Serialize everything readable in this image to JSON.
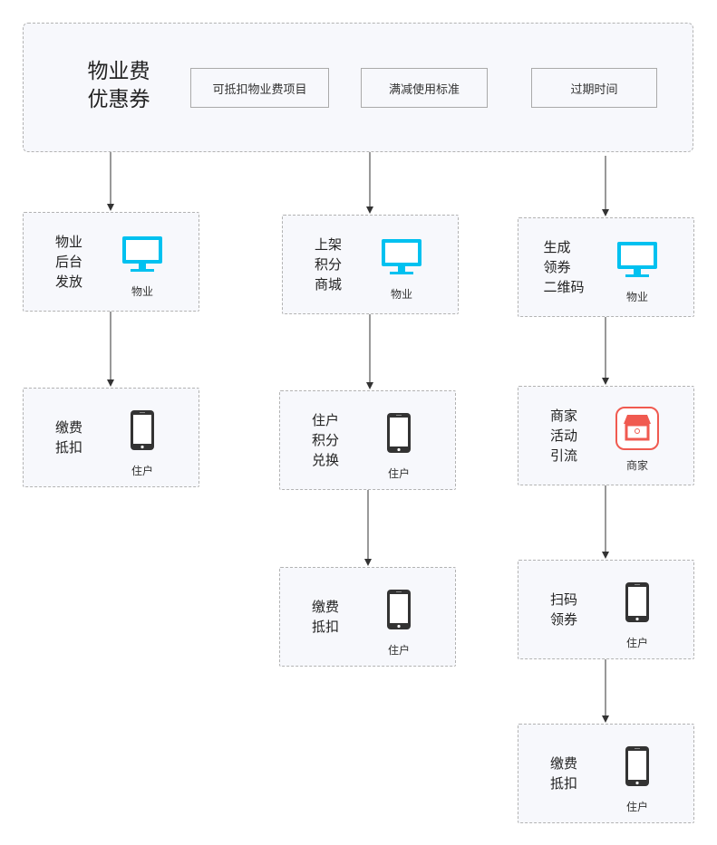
{
  "top": {
    "title": "物业费\n优惠券",
    "tags": [
      "可抵扣物业费项目",
      "满减使用标准",
      "过期时间"
    ]
  },
  "nodes": [
    {
      "text": "物业\n后台\n发放",
      "icon": "monitor-icon",
      "label": "物业"
    },
    {
      "text": "缴费\n抵扣",
      "icon": "phone-icon",
      "label": "住户"
    },
    {
      "text": "上架\n积分\n商城",
      "icon": "monitor-icon",
      "label": "物业"
    },
    {
      "text": "住户\n积分\n兑换",
      "icon": "phone-icon",
      "label": "住户"
    },
    {
      "text": "缴费\n抵扣",
      "icon": "phone-icon",
      "label": "住户"
    },
    {
      "text": "生成\n领券\n二维码",
      "icon": "monitor-icon",
      "label": "物业"
    },
    {
      "text": "商家\n活动\n引流",
      "icon": "shop-icon",
      "label": "商家"
    },
    {
      "text": "扫码\n领券",
      "icon": "phone-icon",
      "label": "住户"
    },
    {
      "text": "缴费\n抵扣",
      "icon": "phone-icon",
      "label": "住户"
    }
  ],
  "colors": {
    "monitor": "#00c1f0",
    "phone": "#333333",
    "shop": "#f05a50"
  }
}
